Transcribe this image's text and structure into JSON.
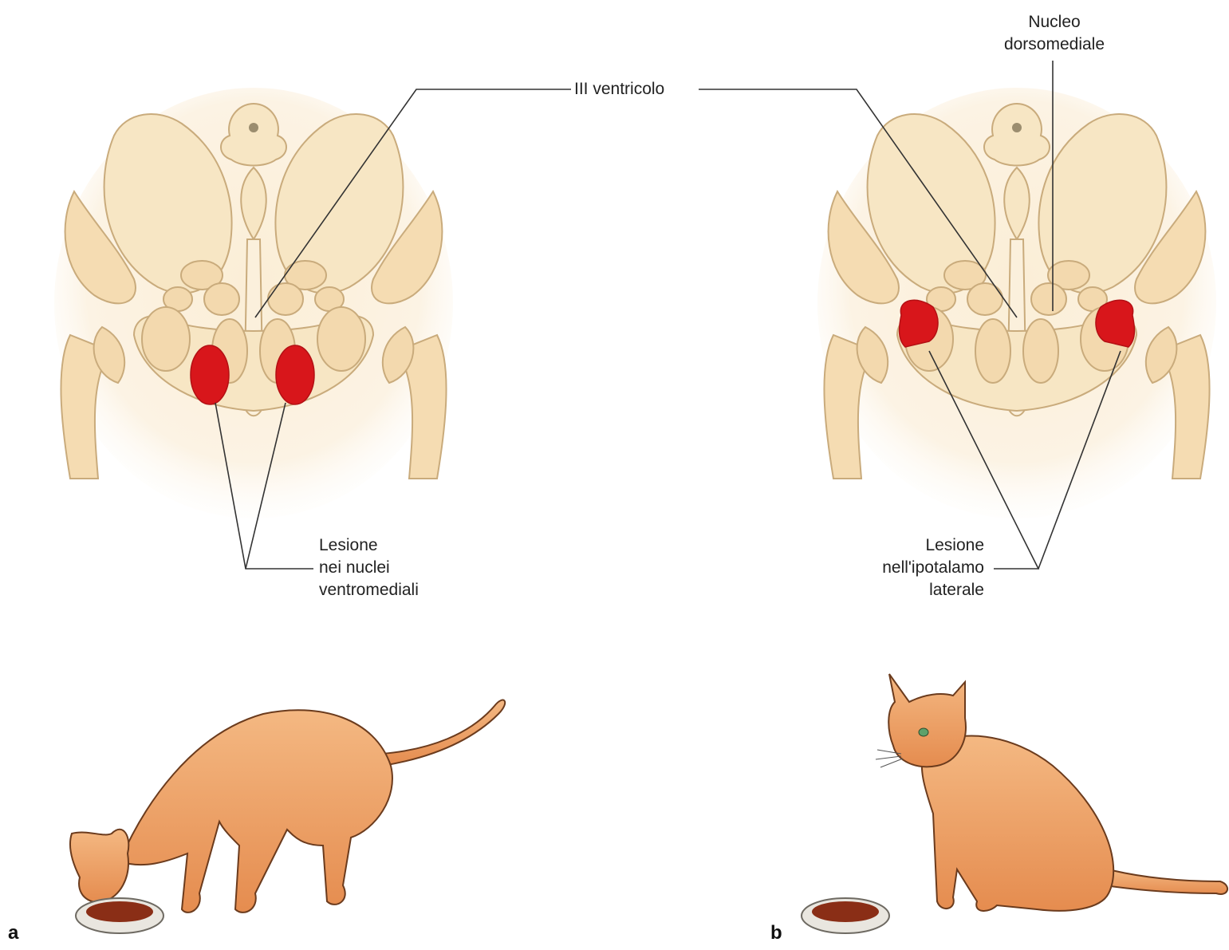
{
  "labels": {
    "third_ventricle": "III ventricolo",
    "dorsomedial_nucleus": [
      "Nucleo",
      "dorsomediale"
    ],
    "lesion_ventromedial": [
      "Lesione",
      "nei nuclei",
      "ventromediali"
    ],
    "lesion_lateral": [
      "Lesione",
      "nell'ipotalamo",
      "laterale"
    ]
  },
  "panels": {
    "a": "a",
    "b": "b"
  },
  "colors": {
    "brain_fill": "#f7e6c4",
    "brain_bg": "#fbf0dc",
    "outline": "#c9ab7c",
    "lesion": "#d8161b",
    "cat_body": "#efa266",
    "cat_outline": "#6b3b1d",
    "food": "#8a2e16",
    "bowl": "#e9e6df"
  }
}
